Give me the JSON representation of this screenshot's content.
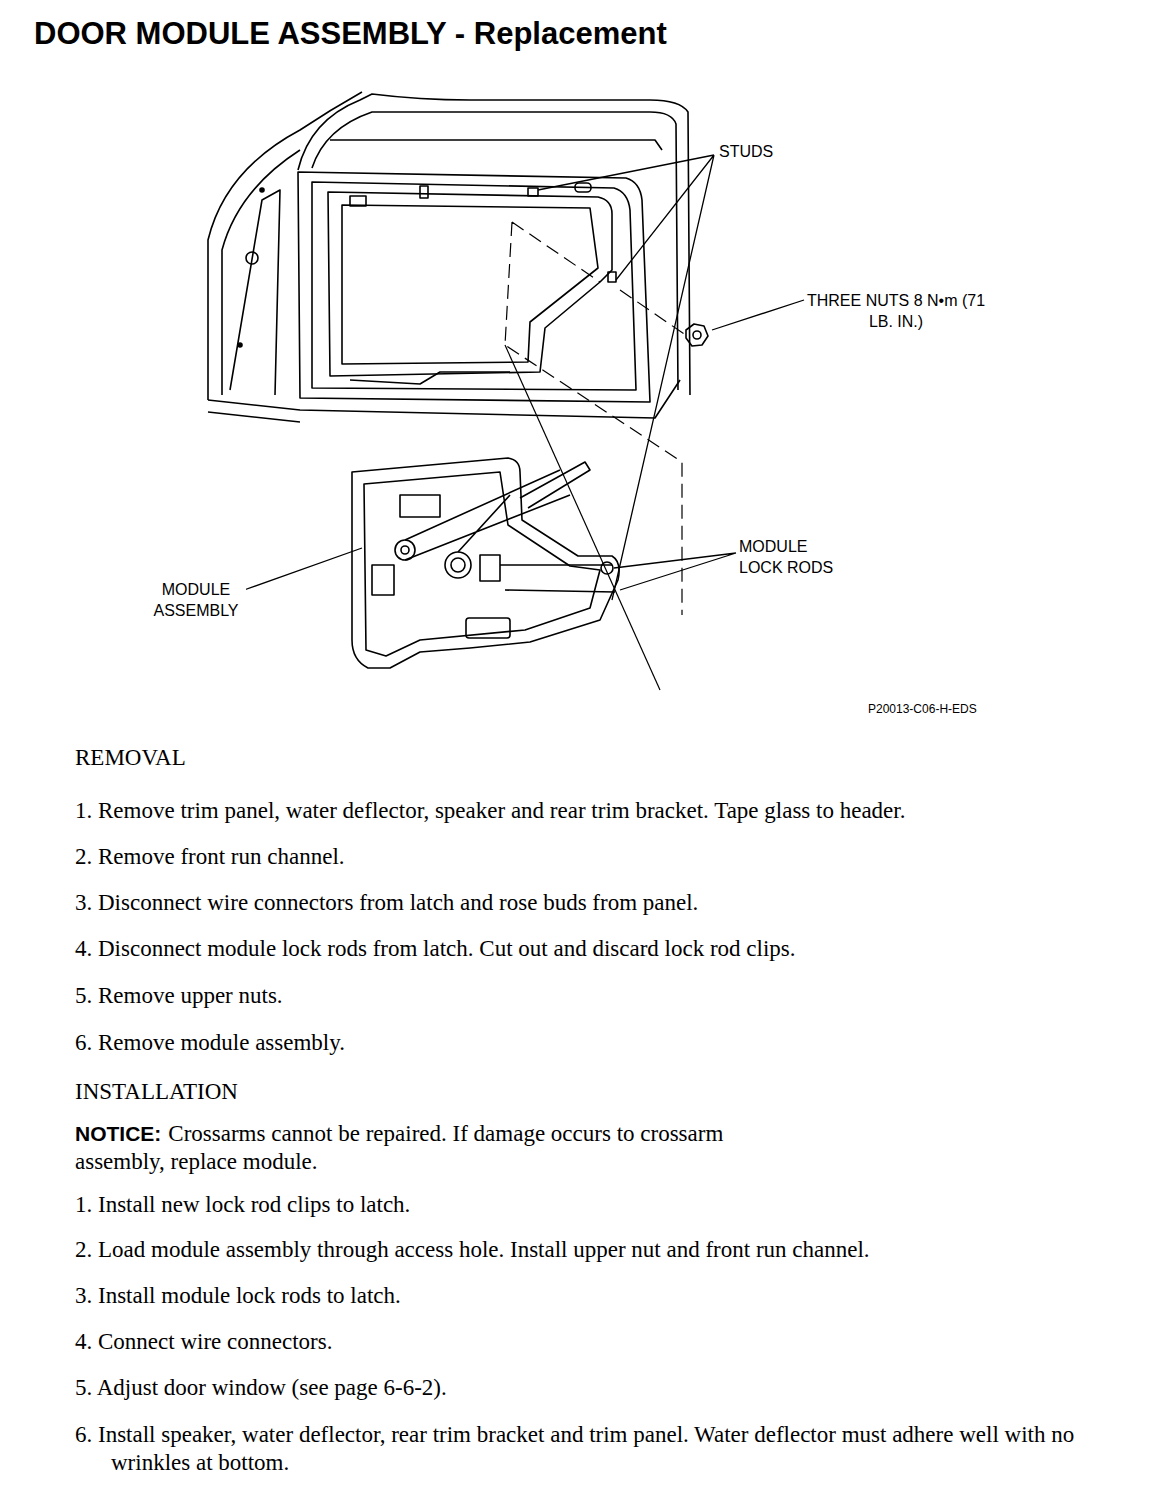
{
  "diagram": {
    "title": "DOOR MODULE ASSEMBLY - Replacement",
    "labels": [
      "STUDS",
      "THREE NUTS 8 N•m (71 LB. IN.)",
      "MODULE LOCK RODS",
      "MODULE ASSEMBLY",
      "P20013-C06-H-EDS",
      "REMOVAL",
      "1. Remove trim panel, water deflector, speaker and rear trim bracket. Tape glass to header.",
      "2. Remove front run channel.",
      "3. Disconnect wire connectors from latch and rose buds from panel.",
      "4. Disconnect module lock rods from latch. Cut out and discard lock rod clips.",
      "5. Remove upper nuts.",
      "6. Remove module assembly.",
      "INSTALLATION",
      "NOTICE:",
      "Crossarms cannot be repaired. If damage occurs to crossarm assembly, replace module.",
      "1. Install new lock rod clips to latch.",
      "2. Load module assembly through access hole. Install upper nut and front run channel.",
      "3. Install module lock rods to latch.",
      "4. Connect wire connectors.",
      "5. Adjust door window (see page 6-6-2).",
      "6. Install speaker, water deflector, rear trim bracket and trim panel. Water deflector must adhere well with no wrinkles at bottom."
    ]
  }
}
